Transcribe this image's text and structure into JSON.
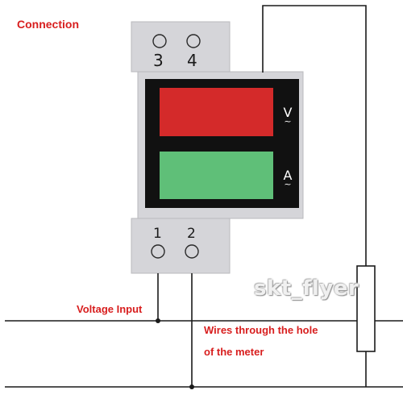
{
  "labels": {
    "connection": "Connection",
    "voltage_input": "Voltage Input",
    "wires_line1": "Wires through the hole",
    "wires_line2": "of the meter"
  },
  "meter": {
    "terminal_3": "3",
    "terminal_4": "4",
    "terminal_1": "1",
    "terminal_2": "2",
    "voltage_unit": "V",
    "current_unit": "A",
    "ac_symbol": "~"
  },
  "watermark": "skt_flyer",
  "colors": {
    "body": "#d5d5d9",
    "bezel": "#111111",
    "voltage_display": "#d42a2a",
    "current_display": "#5fbf78",
    "label_text": "#d81e1e",
    "wire": "#1a1a1a"
  }
}
